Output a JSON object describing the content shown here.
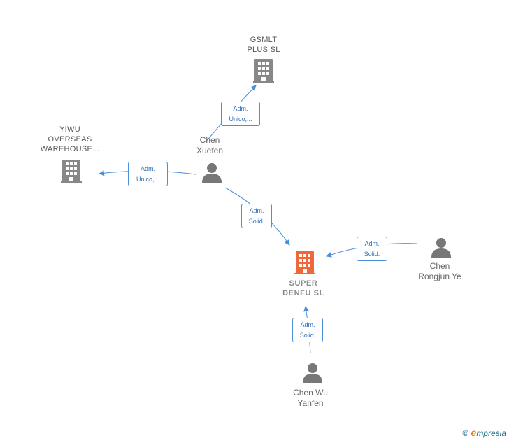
{
  "colors": {
    "edge": "#4a90d9",
    "company": "#888888",
    "company_main": "#f0683a",
    "person": "#777777"
  },
  "nodes": {
    "gsmlt": {
      "line1": "GSMLT",
      "line2": "PLUS  SL",
      "icon": "building-icon"
    },
    "yiwu": {
      "line1": "YIWU",
      "line2": "OVERSEAS",
      "line3": "WAREHOUSE...",
      "icon": "building-icon"
    },
    "super": {
      "line1": "SUPER",
      "line2": "DENFU  SL",
      "icon": "building-icon"
    },
    "chen_xuefen": {
      "line1": "Chen",
      "line2": "Xuefen",
      "icon": "person-icon"
    },
    "chen_rongjun": {
      "line1": "Chen",
      "line2": "Rongjun Ye",
      "icon": "person-icon"
    },
    "chen_wu": {
      "line1": "Chen Wu",
      "line2": "Yanfen",
      "icon": "person-icon"
    }
  },
  "edges": [
    {
      "id": "e1",
      "line1": "Adm.",
      "line2": "Unico,..."
    },
    {
      "id": "e2",
      "line1": "Adm.",
      "line2": "Unico,..."
    },
    {
      "id": "e3",
      "line1": "Adm.",
      "line2": "Solid."
    },
    {
      "id": "e4",
      "line1": "Adm.",
      "line2": "Solid."
    },
    {
      "id": "e5",
      "line1": "Adm.",
      "line2": "Solid."
    }
  ],
  "footer": {
    "copyright": "©",
    "brand_e": "e",
    "brand_rest": "mpresia"
  }
}
